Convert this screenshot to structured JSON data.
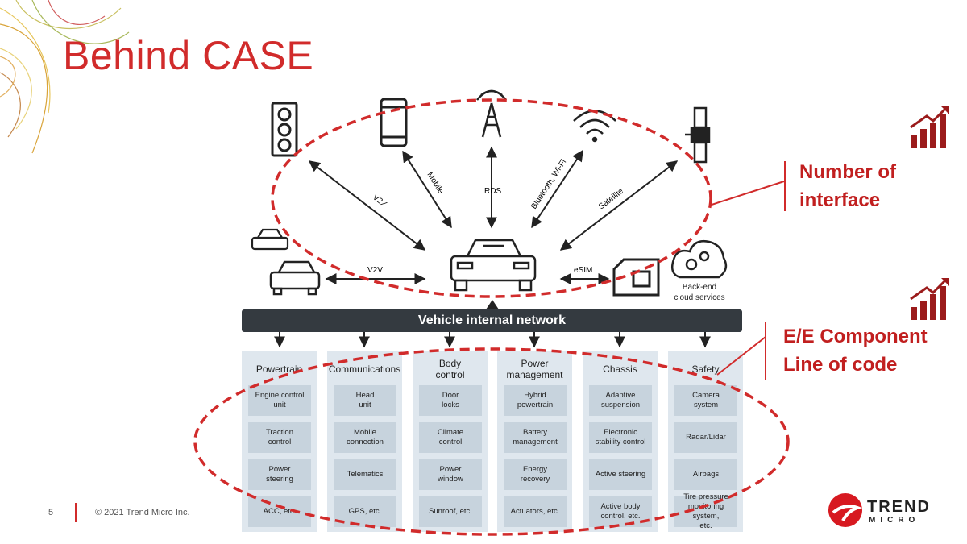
{
  "slide": {
    "title": "Behind CASE",
    "page_number": "5",
    "copyright": "© 2021 Trend Micro Inc.",
    "logo": {
      "line1": "TREND",
      "line2": "MICRO"
    }
  },
  "diagram": {
    "connections": {
      "v2x": "V2X",
      "mobile": "Mobile",
      "rds": "RDS",
      "bluetooth": "Bluetooth, Wi-Fi",
      "satellite": "Satellite",
      "v2v": "V2V",
      "esim": "eSIM"
    },
    "backend_label": "Back-end\ncloud services",
    "network_label": "Vehicle internal network",
    "columns": [
      {
        "head": "Powertrain",
        "cells": [
          "Engine control\nunit",
          "Traction\ncontrol",
          "Power\nsteering",
          "ACC, etc."
        ]
      },
      {
        "head": "Communications",
        "cells": [
          "Head\nunit",
          "Mobile\nconnection",
          "Telematics",
          "GPS, etc."
        ]
      },
      {
        "head": "Body\ncontrol",
        "cells": [
          "Door\nlocks",
          "Climate\ncontrol",
          "Power\nwindow",
          "Sunroof, etc."
        ]
      },
      {
        "head": "Power\nmanagement",
        "cells": [
          "Hybrid\npowertrain",
          "Battery\nmanagement",
          "Energy\nrecovery",
          "Actuators, etc."
        ]
      },
      {
        "head": "Chassis",
        "cells": [
          "Adaptive\nsuspension",
          "Electronic\nstability control",
          "Active steering",
          "Active body\ncontrol, etc."
        ]
      },
      {
        "head": "Safety",
        "cells": [
          "Camera\nsystem",
          "Radar/Lidar",
          "Airbags",
          "Tire pressure\nmonitoring system,\netc."
        ]
      }
    ]
  },
  "callouts": {
    "interface": "Number of\ninterface",
    "component": "E/E Component\nLine of code"
  },
  "colors": {
    "accent": "#d12b2b",
    "dark": "#343a40",
    "panel": "#dfe7ee",
    "cell": "#c7d3dd"
  }
}
